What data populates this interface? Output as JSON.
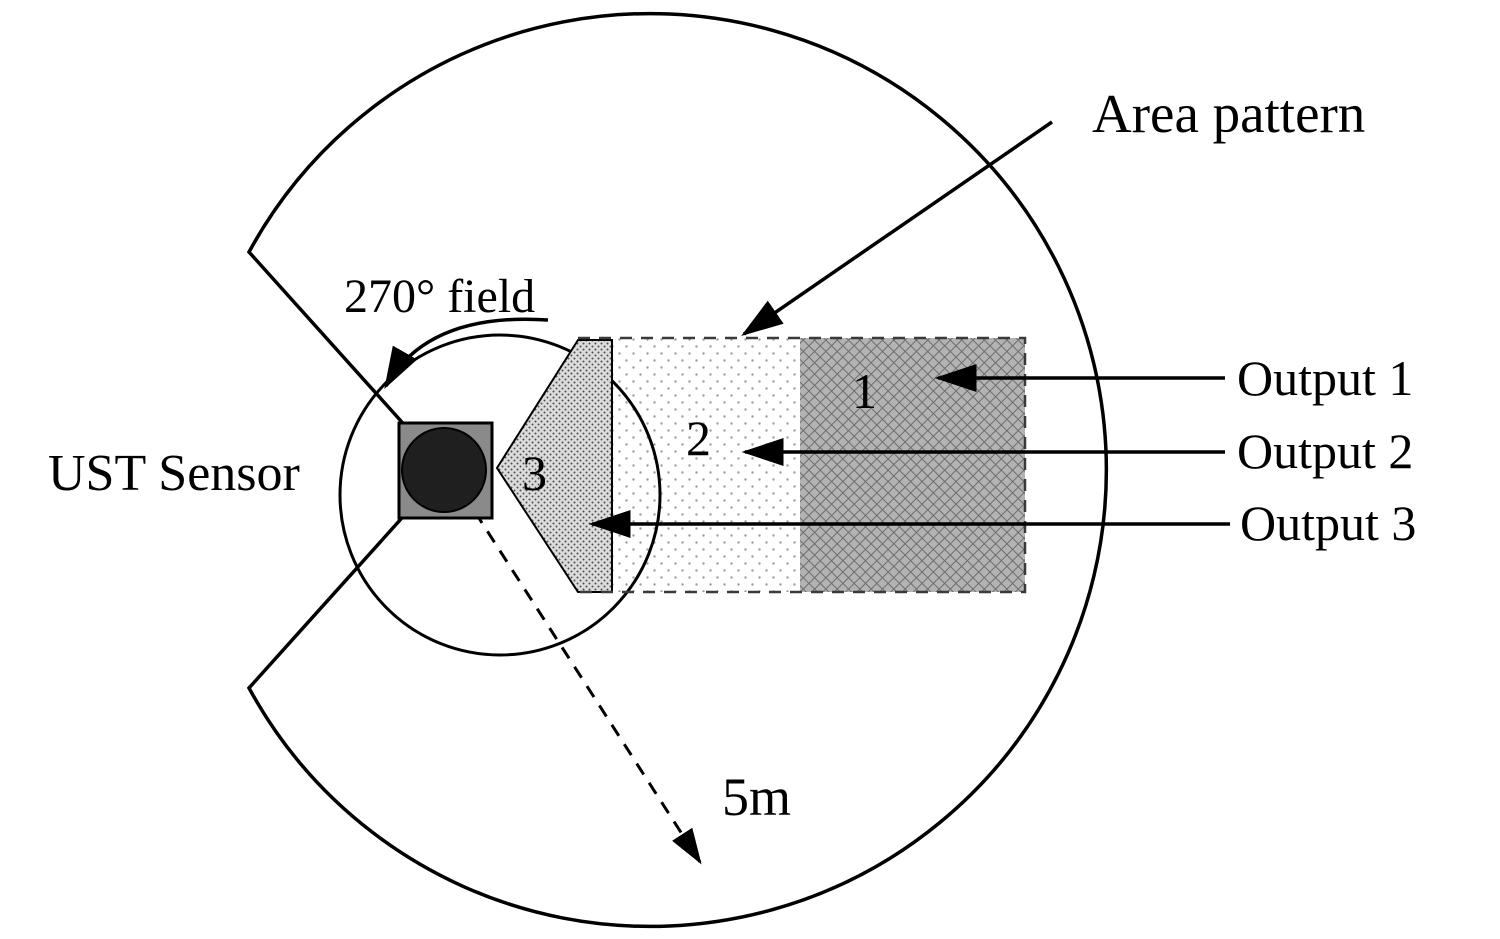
{
  "labels": {
    "area_pattern": "Area pattern",
    "field_of_view": "270° field",
    "sensor_name": "UST Sensor",
    "range": "5m"
  },
  "zones": {
    "zone1": {
      "number": "1",
      "output": "Output 1"
    },
    "zone2": {
      "number": "2",
      "output": "Output 2"
    },
    "zone3": {
      "number": "3",
      "output": "Output 3"
    }
  },
  "colors": {
    "line": "#000000",
    "background": "#ffffff",
    "sensor_body": "#8a8a8a",
    "sensor_core": "#1f1f1f",
    "zone1_fill": "#adadad",
    "zone2_fill": "#ffffff",
    "zone3_fill": "#d9d9d9"
  }
}
